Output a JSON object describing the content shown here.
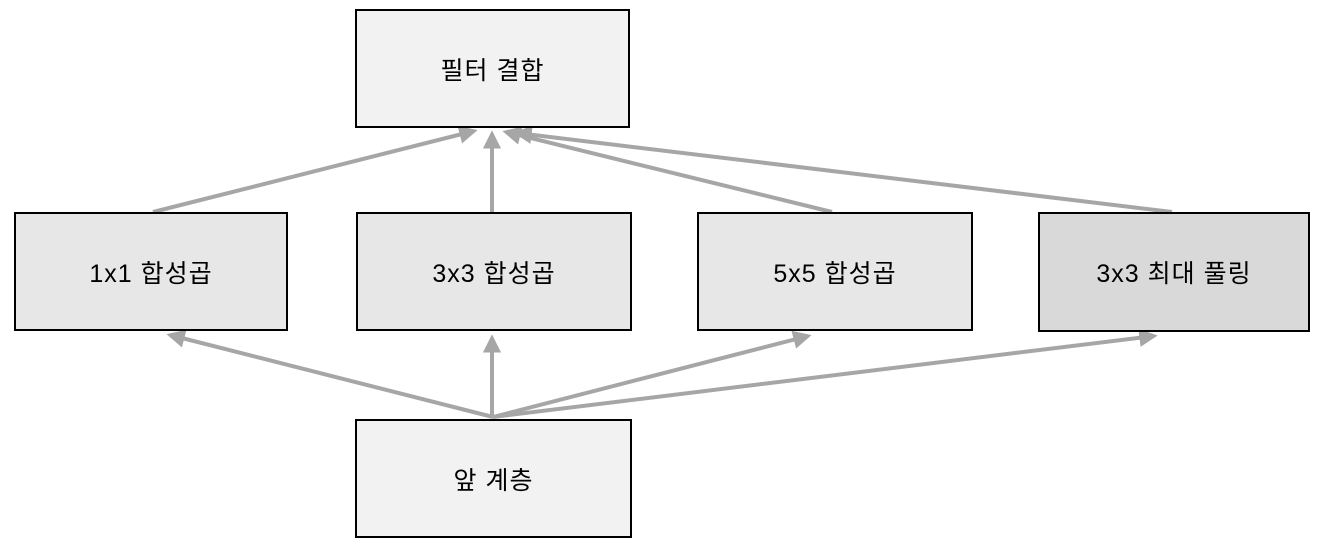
{
  "diagram": {
    "type": "flow-diagram",
    "description_visible_text_only": true,
    "nodes": {
      "filter_concat": {
        "label": "필터 결합"
      },
      "conv1x1": {
        "label": "1x1 합성곱"
      },
      "conv3x3": {
        "label": "3x3 합성곱"
      },
      "conv5x5": {
        "label": "5x5 합성곱"
      },
      "maxpool3x3": {
        "label": "3x3 최대 풀링"
      },
      "prev_layer": {
        "label": "앞 계층"
      }
    },
    "edges": [
      {
        "from": "prev_layer",
        "to": "conv1x1"
      },
      {
        "from": "prev_layer",
        "to": "conv3x3"
      },
      {
        "from": "prev_layer",
        "to": "conv5x5"
      },
      {
        "from": "prev_layer",
        "to": "maxpool3x3"
      },
      {
        "from": "conv1x1",
        "to": "filter_concat"
      },
      {
        "from": "conv3x3",
        "to": "filter_concat"
      },
      {
        "from": "conv5x5",
        "to": "filter_concat"
      },
      {
        "from": "maxpool3x3",
        "to": "filter_concat"
      }
    ]
  },
  "colors": {
    "arrow_color": "#a6a6a6",
    "border_color": "#000000",
    "fill_light": "#f2f2f2",
    "fill_mid": "#e7e7e7",
    "fill_dark": "#d9d9d9",
    "text_color": "#000000",
    "bg": "#ffffff"
  }
}
